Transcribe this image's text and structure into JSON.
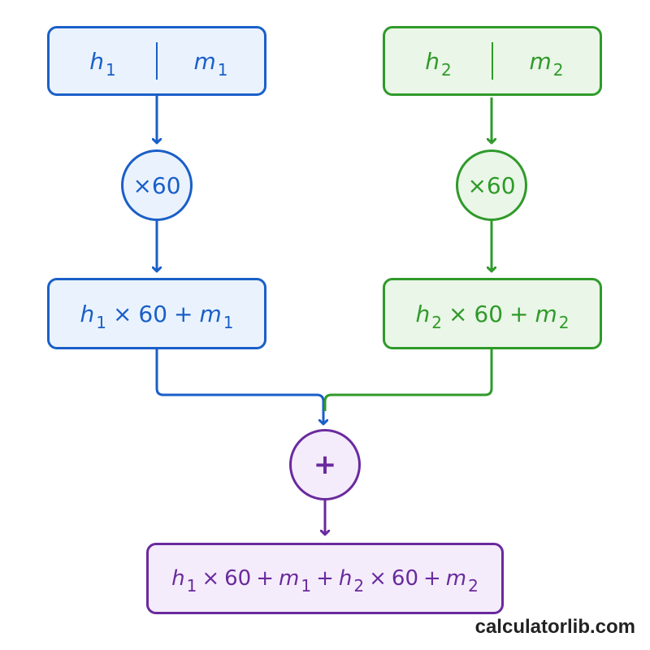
{
  "colors": {
    "blue": "#1a5fc8",
    "green": "#2f9a2a",
    "purple": "#6a2a9e"
  },
  "left_input": {
    "a": "h",
    "a_sub": "1",
    "b": "m",
    "b_sub": "1"
  },
  "right_input": {
    "a": "h",
    "a_sub": "2",
    "b": "m",
    "b_sub": "2"
  },
  "left_multiplier": "×60",
  "right_multiplier": "×60",
  "left_expr": {
    "h": "h",
    "h_sub": "1",
    "times": "×",
    "sixty": "60",
    "plus": "+",
    "m": "m",
    "m_sub": "1"
  },
  "right_expr": {
    "h": "h",
    "h_sub": "2",
    "times": "×",
    "sixty": "60",
    "plus": "+",
    "m": "m",
    "m_sub": "2"
  },
  "sum_operator": "+",
  "result": {
    "h1": "h",
    "h1_sub": "1",
    "t1": "×",
    "s1": "60",
    "p1": "+",
    "m1": "m",
    "m1_sub": "1",
    "p2": "+",
    "h2": "h",
    "h2_sub": "2",
    "t2": "×",
    "s2": "60",
    "p3": "+",
    "m2": "m",
    "m2_sub": "2"
  },
  "brand": "calculatorlib.com"
}
